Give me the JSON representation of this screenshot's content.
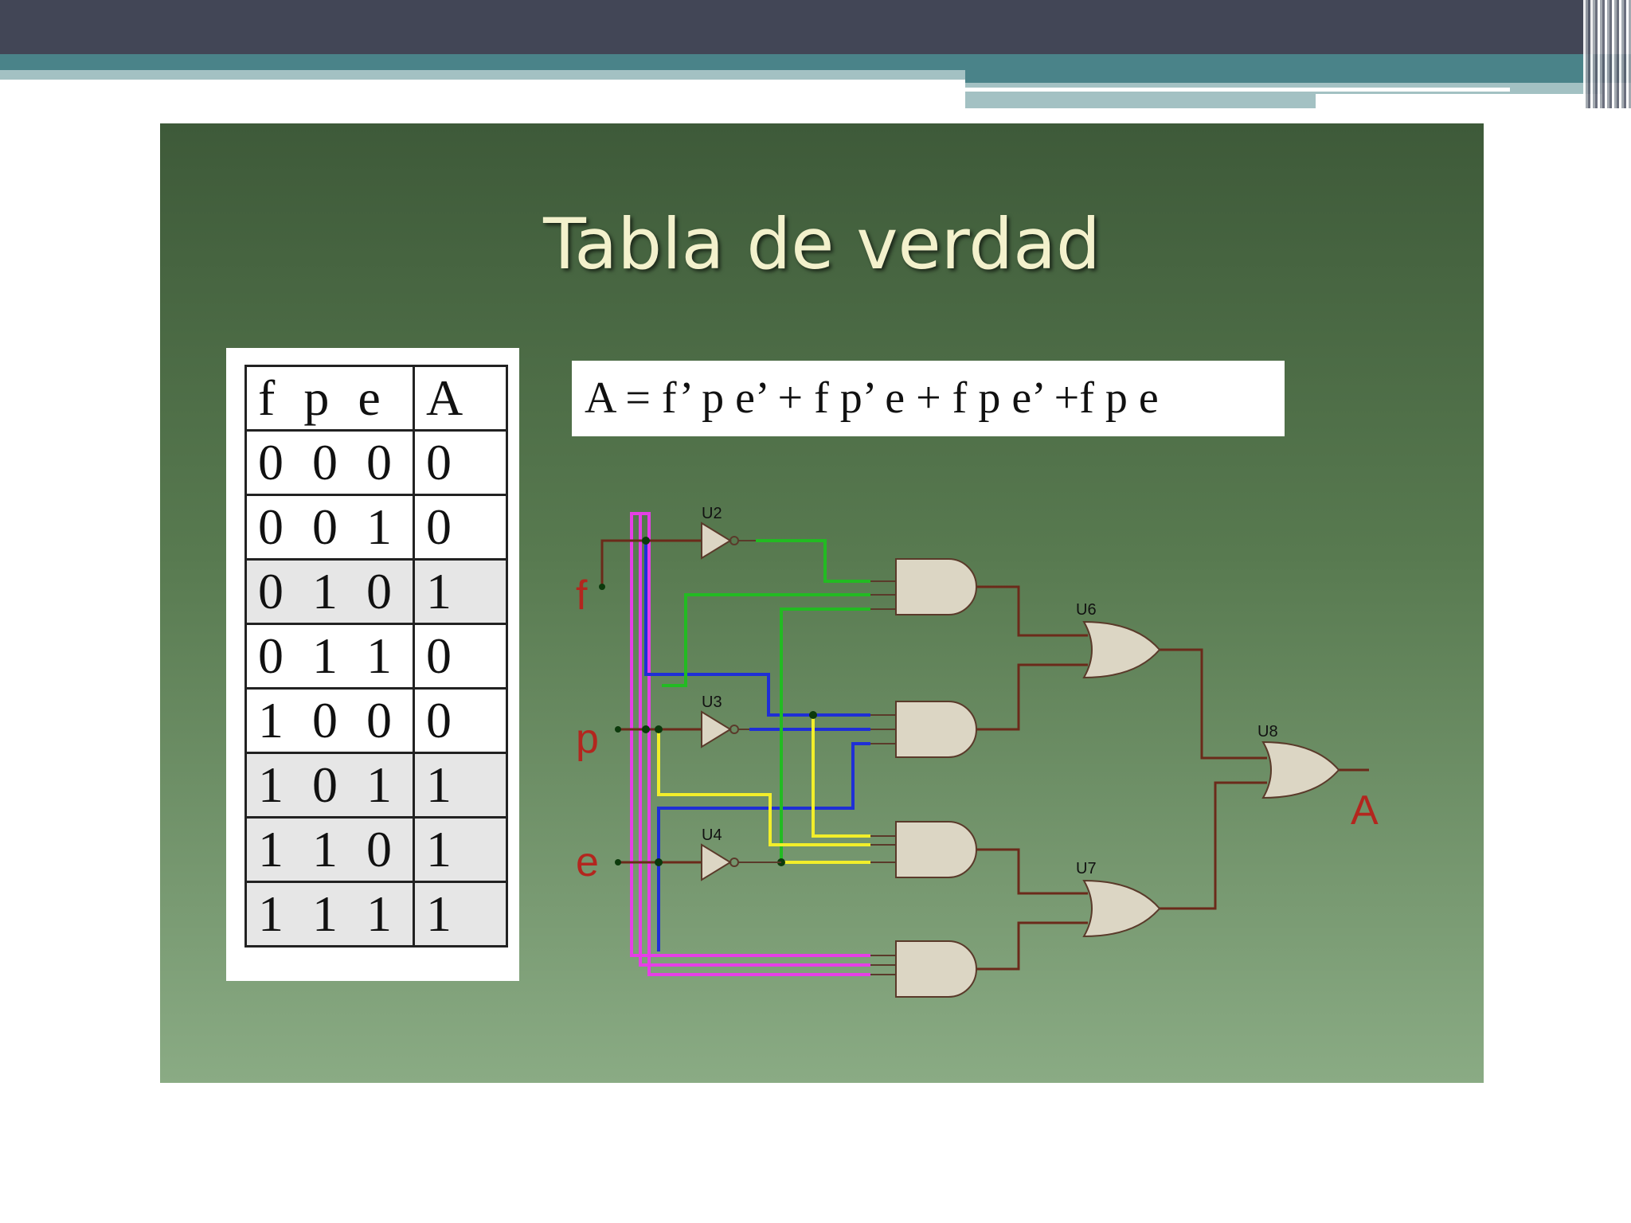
{
  "slide": {
    "title": "Tabla de verdad",
    "formula": "A = f’ p e’ + f p’ e + f p e’ +f p e"
  },
  "truth_table": {
    "headers": [
      "f p e",
      "A"
    ],
    "rows": [
      [
        "0 0 0",
        "0"
      ],
      [
        "0 0 1",
        "0"
      ],
      [
        "0 1 0",
        "1"
      ],
      [
        "0 1 1",
        "0"
      ],
      [
        "1 0 0",
        "0"
      ],
      [
        "1 0 1",
        "1"
      ],
      [
        "1 1 0",
        "1"
      ],
      [
        "1 1 1",
        "1"
      ]
    ]
  },
  "circuit": {
    "inputs": [
      "f",
      "p",
      "e"
    ],
    "output": "A",
    "not_gates": [
      "U2",
      "U3",
      "U4"
    ],
    "or_gates": [
      "U6",
      "U7",
      "U8"
    ],
    "colors": {
      "magenta": "#e63fe6",
      "blue": "#1f2fd6",
      "green": "#22bb22",
      "yellow": "#f2ee2a",
      "wire": "#6b2a1a",
      "label_red": "#b3261e",
      "gate_fill": "#dcd6c4"
    }
  }
}
